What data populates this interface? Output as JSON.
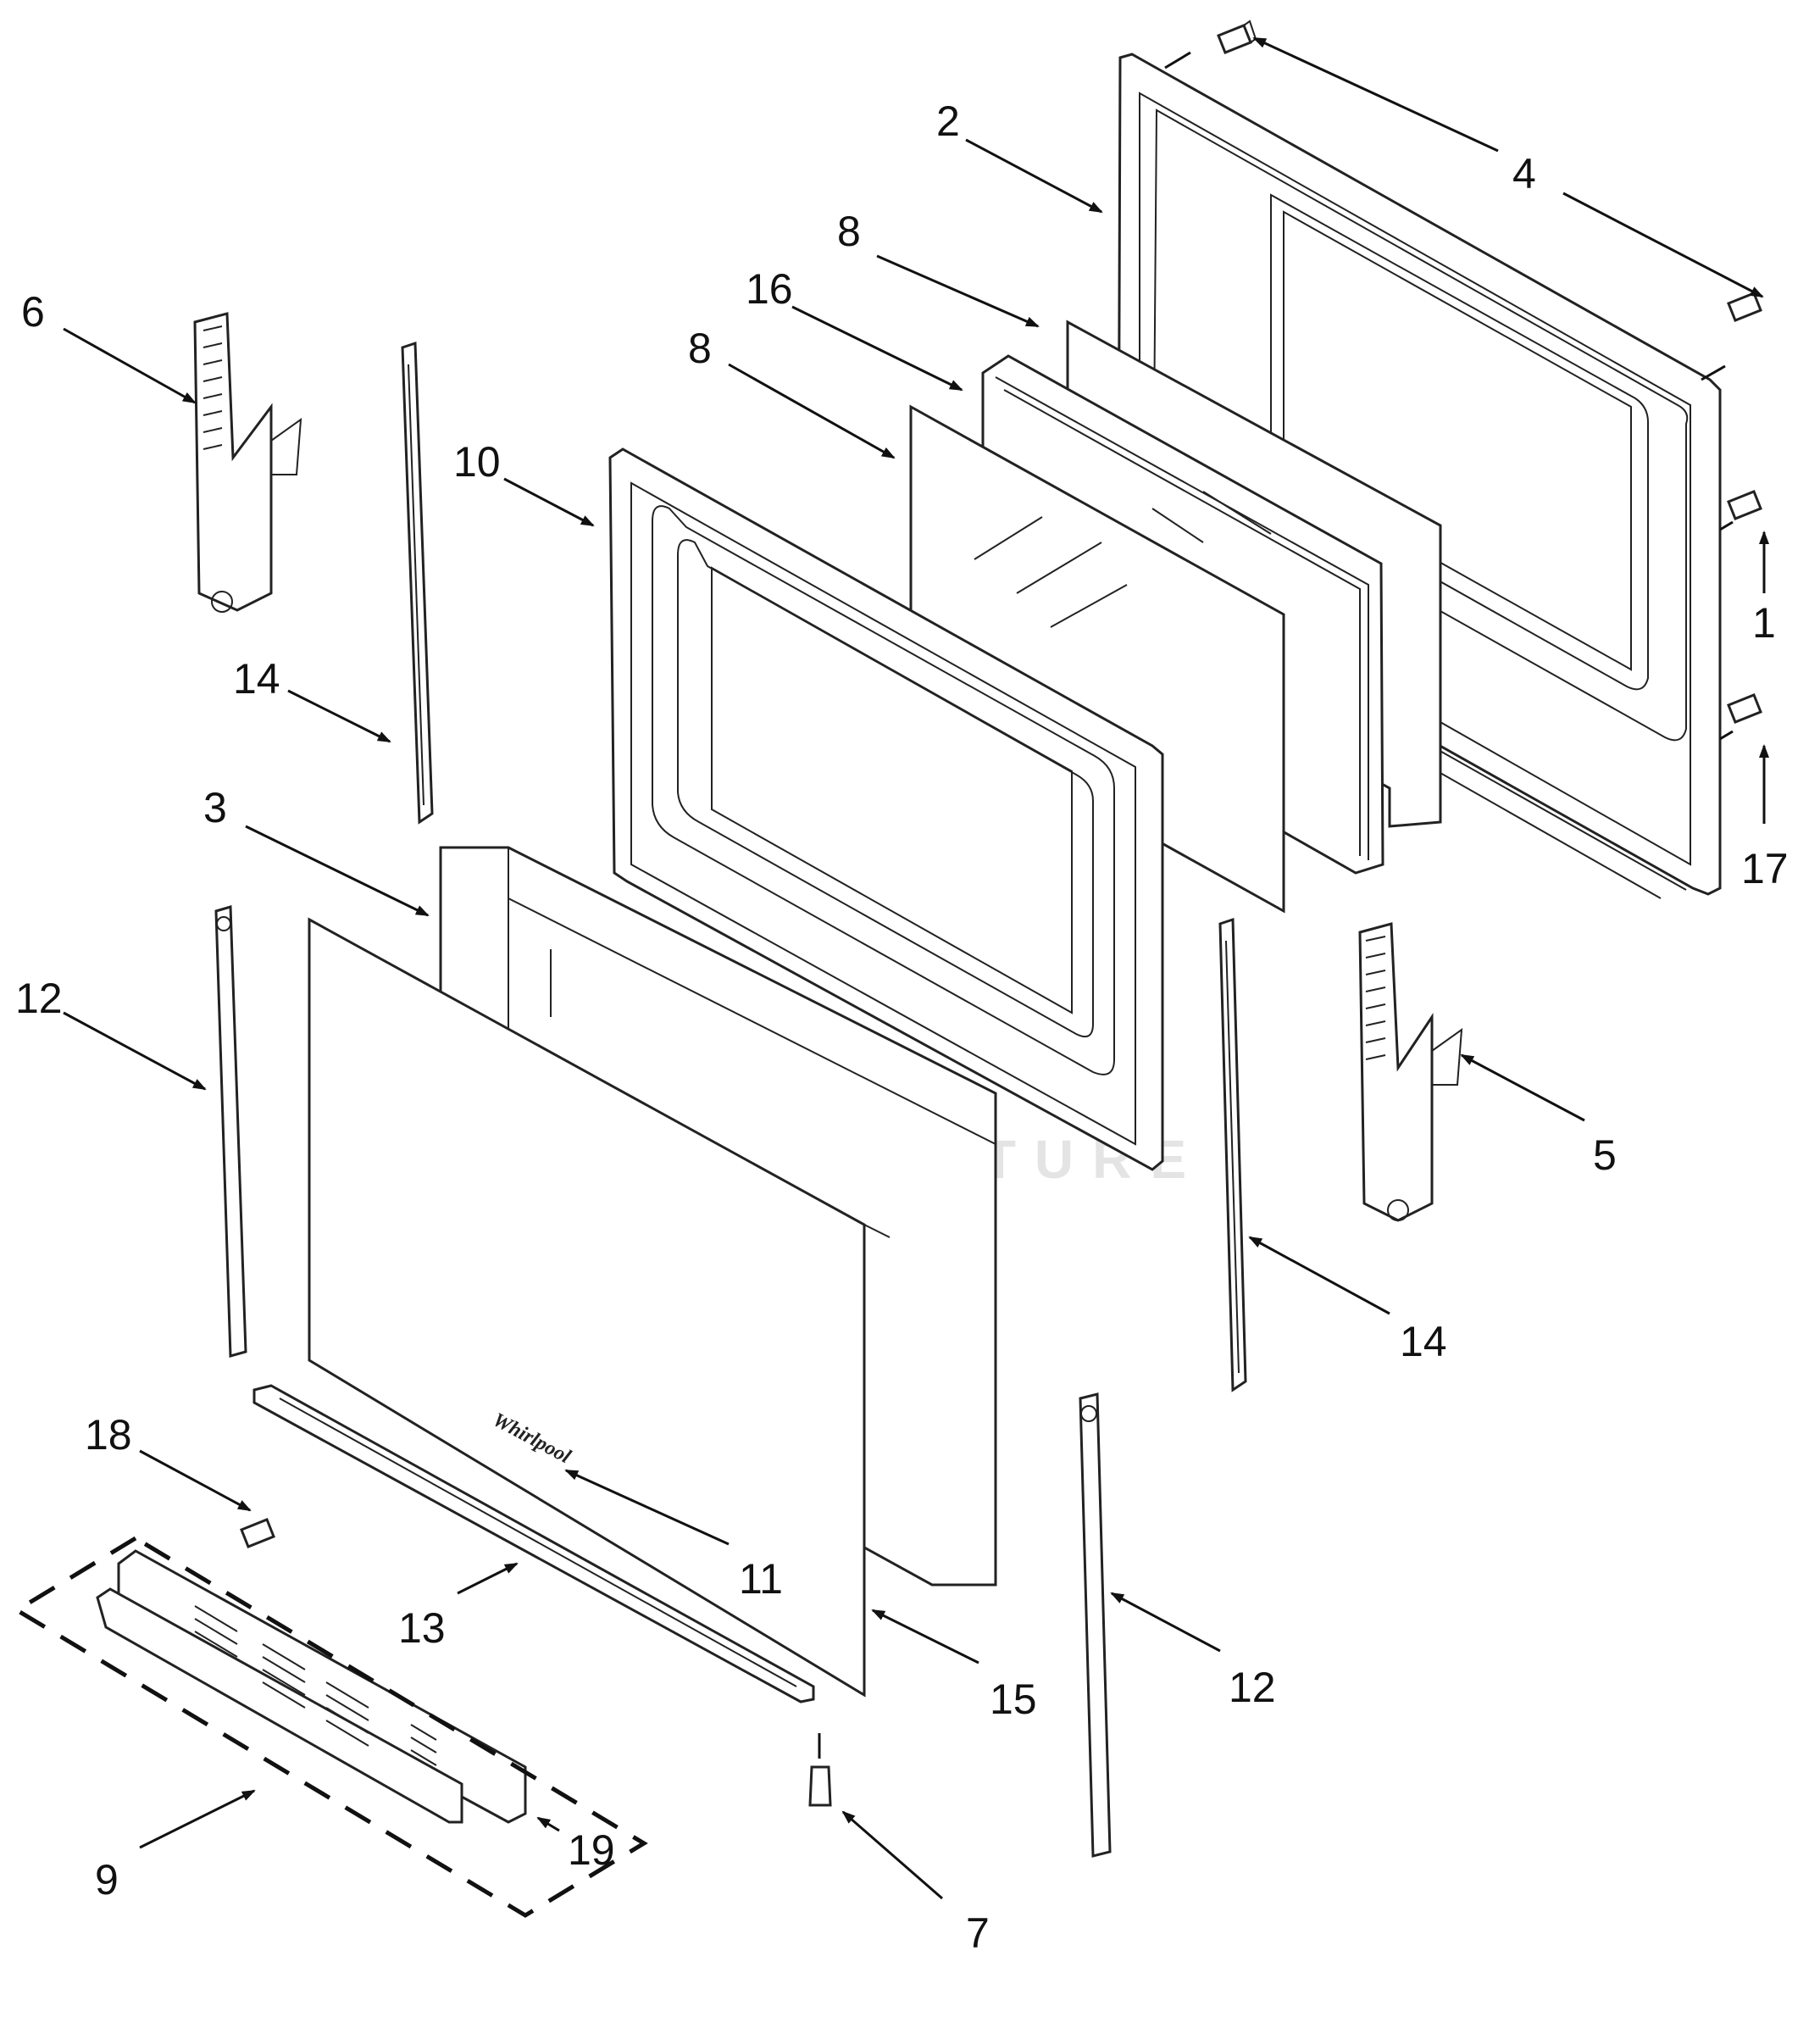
{
  "watermark": "LEADVENTURE",
  "logo_text": "Whirlpool",
  "callouts": [
    {
      "id": "c2",
      "label": "2"
    },
    {
      "id": "c4",
      "label": "4"
    },
    {
      "id": "c8a",
      "label": "8"
    },
    {
      "id": "c16",
      "label": "16"
    },
    {
      "id": "c8b",
      "label": "8"
    },
    {
      "id": "c6",
      "label": "6"
    },
    {
      "id": "c10",
      "label": "10"
    },
    {
      "id": "c14a",
      "label": "14"
    },
    {
      "id": "c1",
      "label": "1"
    },
    {
      "id": "c17",
      "label": "17"
    },
    {
      "id": "c3",
      "label": "3"
    },
    {
      "id": "c12a",
      "label": "12"
    },
    {
      "id": "c5",
      "label": "5"
    },
    {
      "id": "c14b",
      "label": "14"
    },
    {
      "id": "c18",
      "label": "18"
    },
    {
      "id": "c11",
      "label": "11"
    },
    {
      "id": "c13",
      "label": "13"
    },
    {
      "id": "c15",
      "label": "15"
    },
    {
      "id": "c12b",
      "label": "12"
    },
    {
      "id": "c9",
      "label": "9"
    },
    {
      "id": "c19",
      "label": "19"
    },
    {
      "id": "c7",
      "label": "7"
    }
  ]
}
